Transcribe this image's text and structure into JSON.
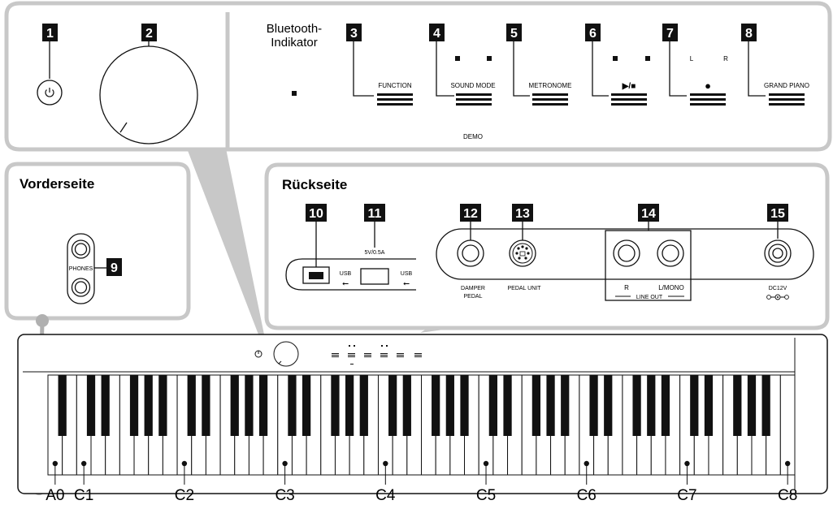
{
  "callouts": [
    "1",
    "2",
    "3",
    "4",
    "5",
    "6",
    "7",
    "8",
    "9",
    "10",
    "11",
    "12",
    "13",
    "14",
    "15"
  ],
  "top_panel": {
    "bluetooth_label_1": "Bluetooth-",
    "bluetooth_label_2": "Indikator",
    "function_label": "FUNCTION",
    "sound_mode_label": "SOUND MODE",
    "metronome_label": "METRONOME",
    "play_stop_label": "▶/■",
    "record_label": "●",
    "grand_piano_label": "GRAND PIANO",
    "demo_label": "DEMO",
    "left_label": "L",
    "right_label": "R"
  },
  "front_panel": {
    "title": "Vorderseite",
    "phones_label": "PHONES"
  },
  "rear_panel": {
    "title": "Rückseite",
    "usb_label_1": "USB",
    "usb_label_2": "USB",
    "usb_power_label": "5V/0.5A",
    "damper_pedal_label_1": "DAMPER",
    "damper_pedal_label_2": "PEDAL",
    "pedal_unit_label": "PEDAL UNIT",
    "line_out_r_label": "R",
    "line_out_l_label": "L/MONO",
    "line_out_label": "LINE OUT",
    "dc_label": "DC12V"
  },
  "keyboard": {
    "white_key_count": 52,
    "key_labels": [
      "A0",
      "C1",
      "C2",
      "C3",
      "C4",
      "C5",
      "C6",
      "C7",
      "C8"
    ]
  }
}
